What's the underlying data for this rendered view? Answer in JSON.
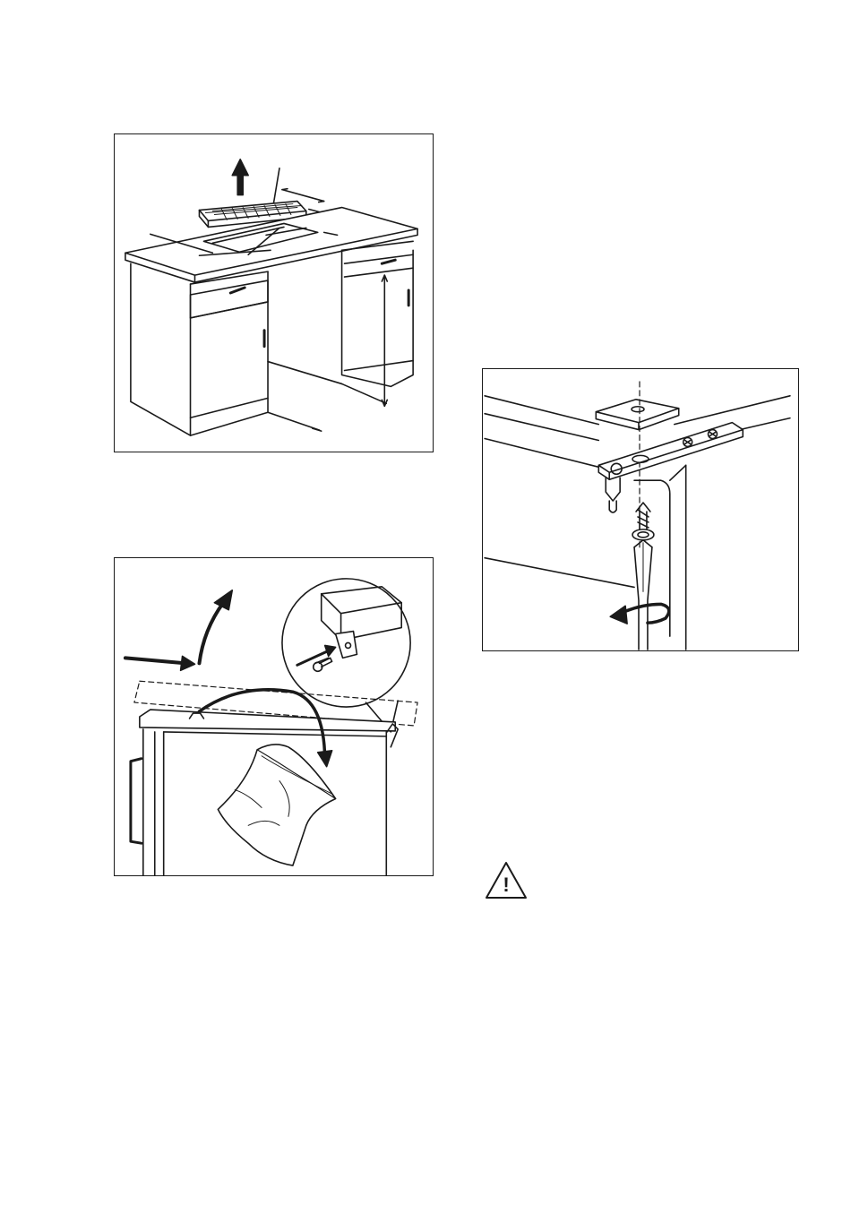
{
  "page": {
    "background": "#ffffff",
    "line_color": "#1a1a1a"
  },
  "figures": [
    {
      "id": "fig-cabinet",
      "icon": "cabinet-installation-illustration"
    },
    {
      "id": "fig-hinge",
      "icon": "door-hinge-removal-illustration"
    },
    {
      "id": "fig-bracket",
      "icon": "mounting-bracket-screw-illustration"
    }
  ],
  "warning": {
    "icon": "warning-triangle-icon",
    "symbol": "!"
  }
}
